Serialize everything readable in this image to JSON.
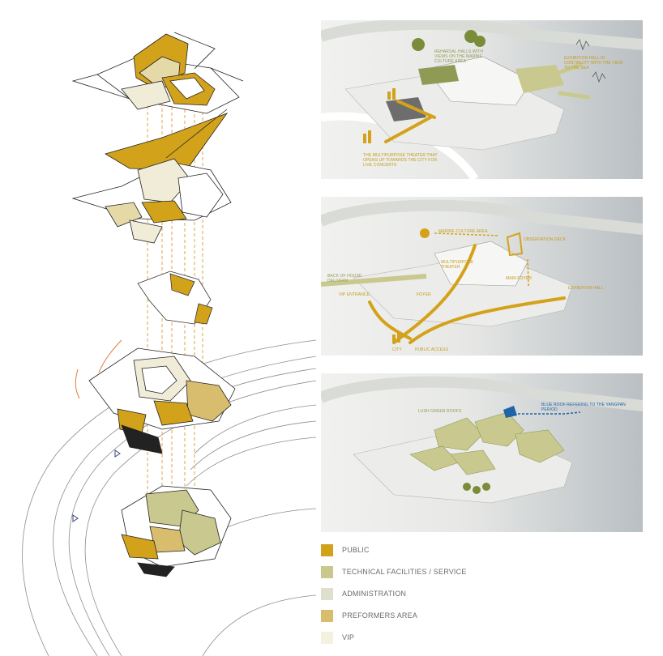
{
  "colors": {
    "public": "#d3a21b",
    "technical": "#c9c98f",
    "administration": "#dedfcf",
    "performers": "#d9bd6e",
    "vip": "#f4f1df",
    "arrow": "#d4a21a",
    "blue_roof": "#1f63a8"
  },
  "panels": [
    {
      "annotations": [
        "REHARSAL HALLS WITH VIEWS ON THE MARINE CULTURE AREA",
        "EXHIBITION HALL IN CONTINUITY WITH THE VIEW TO THE SEA",
        "THE MULTIPURPOSE THEATER THAT OPENS UP TOWARDS THE CITY FOR LIVE CONCERTS"
      ]
    },
    {
      "annotations": [
        "MARINE CULTURE AREA",
        "OBSERVATION DECK",
        "MULTIPURPOSE THEATER",
        "BACK OF HOUSE DELIVERY",
        "VIP ENTRANCE",
        "FOYER",
        "MAIN FOYER",
        "EXHIBITION HALL",
        "CITY",
        "PUBLIC ACCESS"
      ]
    },
    {
      "annotations": [
        "LUSH GREEN ROOFS",
        "BLUE ROOF REFERING TO THE YANGPAN PERIOD"
      ]
    }
  ],
  "legend": [
    {
      "label": "PUBLIC",
      "color": "#d3a21b"
    },
    {
      "label": "TECHNICAL FACILITIES / SERVICE",
      "color": "#c9c98f"
    },
    {
      "label": "ADMINISTRATION",
      "color": "#dedfcf"
    },
    {
      "label": "PREFORMERS AREA",
      "color": "#d9bd6e"
    },
    {
      "label": "VIP",
      "color": "#f4f1df"
    }
  ]
}
